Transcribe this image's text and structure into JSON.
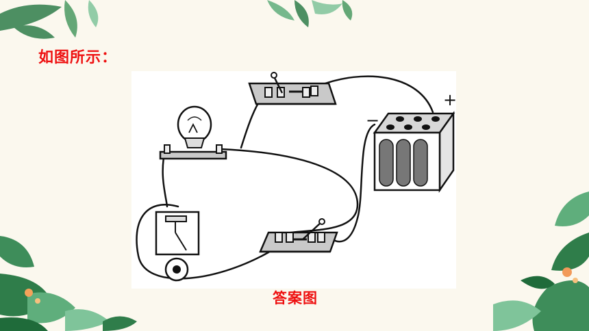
{
  "slide": {
    "heading": "如图所示：",
    "caption": "答案图"
  },
  "diagram": {
    "battery": {
      "positive_label": "+",
      "negative_label": "−"
    },
    "components": [
      "light-bulb",
      "knife-switch-top",
      "knife-switch-bottom",
      "battery",
      "electric-bell"
    ]
  },
  "colors": {
    "heading": "#ee1111",
    "background": "#fbf8ee",
    "leaf_dark": "#2f7d4a",
    "leaf_light": "#7fc49a"
  },
  "decorations": [
    "leaf-top",
    "leaf-left-bottom",
    "leaf-right-bottom"
  ]
}
